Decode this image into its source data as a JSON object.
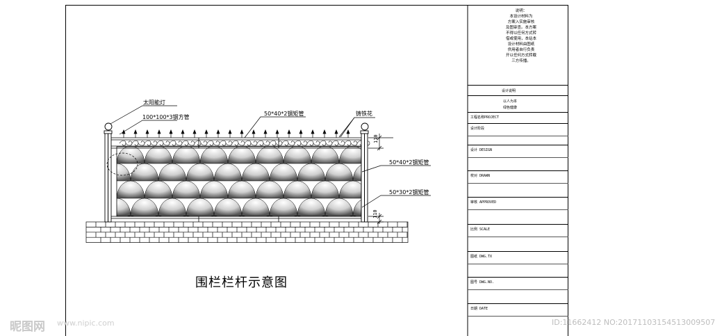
{
  "drawing": {
    "title": "围栏栏杆示意图",
    "callouts": {
      "solar_lamp": "太阳能灯",
      "square_tube_100": "100*100*3钢方管",
      "rect_tube_top": "50*40*2钢矩管",
      "cast_iron": "铸铁花",
      "rect_tube_mid": "50*40*2钢矩管",
      "rect_tube_bottom": "50*30*2钢矩管"
    },
    "dims": {
      "top_spacing": "110",
      "bottom_spacing": "110"
    }
  },
  "title_block": {
    "notes": "说明：\n本设计材料为\n方案入实施审核\n及图审查。本方案\n不得以任何方式转\n借或使用，本站本\n设计材料由图纸\n供用者自行负责\n开以任何方式转载\n三方传播。",
    "design_note_title": "设计说明",
    "design_note_line1": "以人为本",
    "design_note_line2": "绿色健康",
    "rows": [
      {
        "label": "工程名称PROJECT"
      },
      {
        "label": "设计阶段"
      },
      {
        "label": "设计    DESIGN"
      },
      {
        "label": "校对    DRAWN"
      },
      {
        "label": "审核    APPROVED"
      },
      {
        "label": "比例    SCALE"
      },
      {
        "label": "图纸    DWG.TX"
      },
      {
        "label": "图号    DWG.NO."
      },
      {
        "label": "日期    DATE"
      }
    ]
  },
  "watermark": {
    "logo": "昵图网",
    "url": "www.nipic.com",
    "id_text": "ID:11662412 NO:20171103154513009507"
  }
}
